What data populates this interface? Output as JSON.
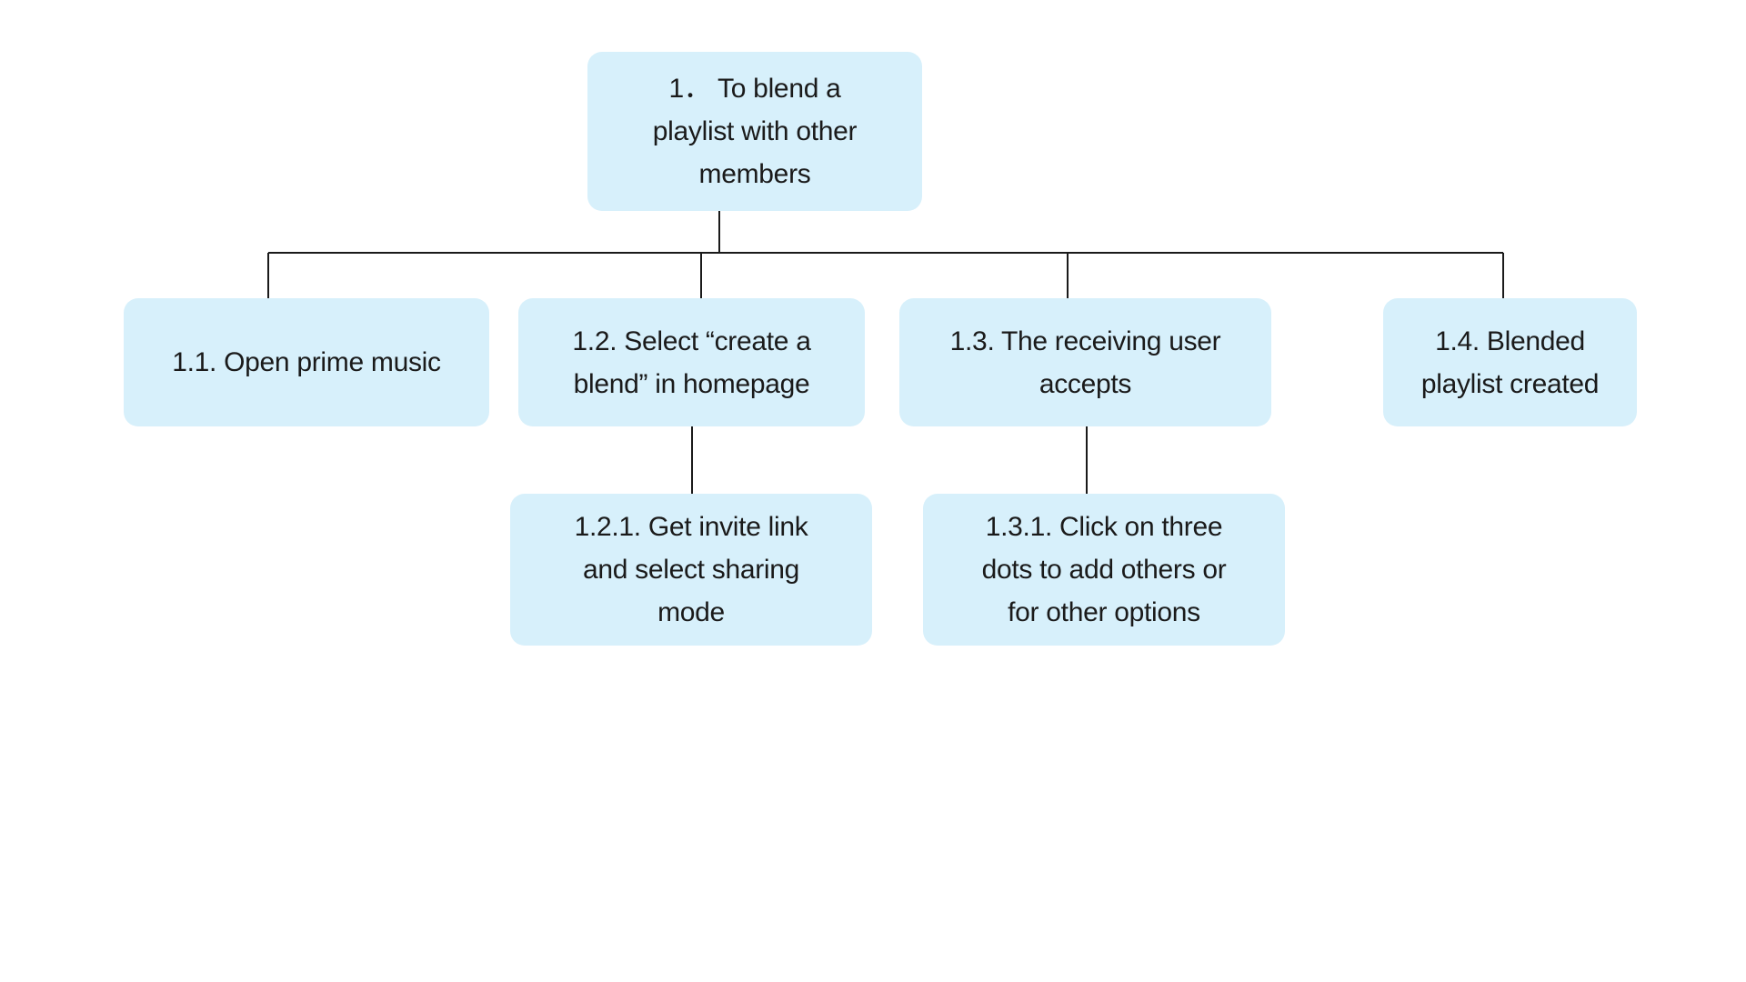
{
  "diagram": {
    "colors": {
      "node_fill": "#d7f0fb",
      "connector": "#1a1a1a",
      "text": "#1a1a1a",
      "background": "#ffffff"
    },
    "nodes": {
      "root": "1．  To blend a playlist with other members",
      "n1_1": "1.1. Open prime music",
      "n1_2": "1.2. Select “create a blend” in homepage",
      "n1_3": "1.3. The receiving user accepts",
      "n1_4": "1.4.  Blended playlist created",
      "n1_2_1": "1.2.1. Get invite link and select sharing mode",
      "n1_3_1": "1.3.1. Click on three dots to add others or for other options"
    },
    "edges": [
      {
        "from": "root",
        "to": "n1_1"
      },
      {
        "from": "root",
        "to": "n1_2"
      },
      {
        "from": "root",
        "to": "n1_3"
      },
      {
        "from": "root",
        "to": "n1_4"
      },
      {
        "from": "n1_2",
        "to": "n1_2_1"
      },
      {
        "from": "n1_3",
        "to": "n1_3_1"
      }
    ]
  }
}
